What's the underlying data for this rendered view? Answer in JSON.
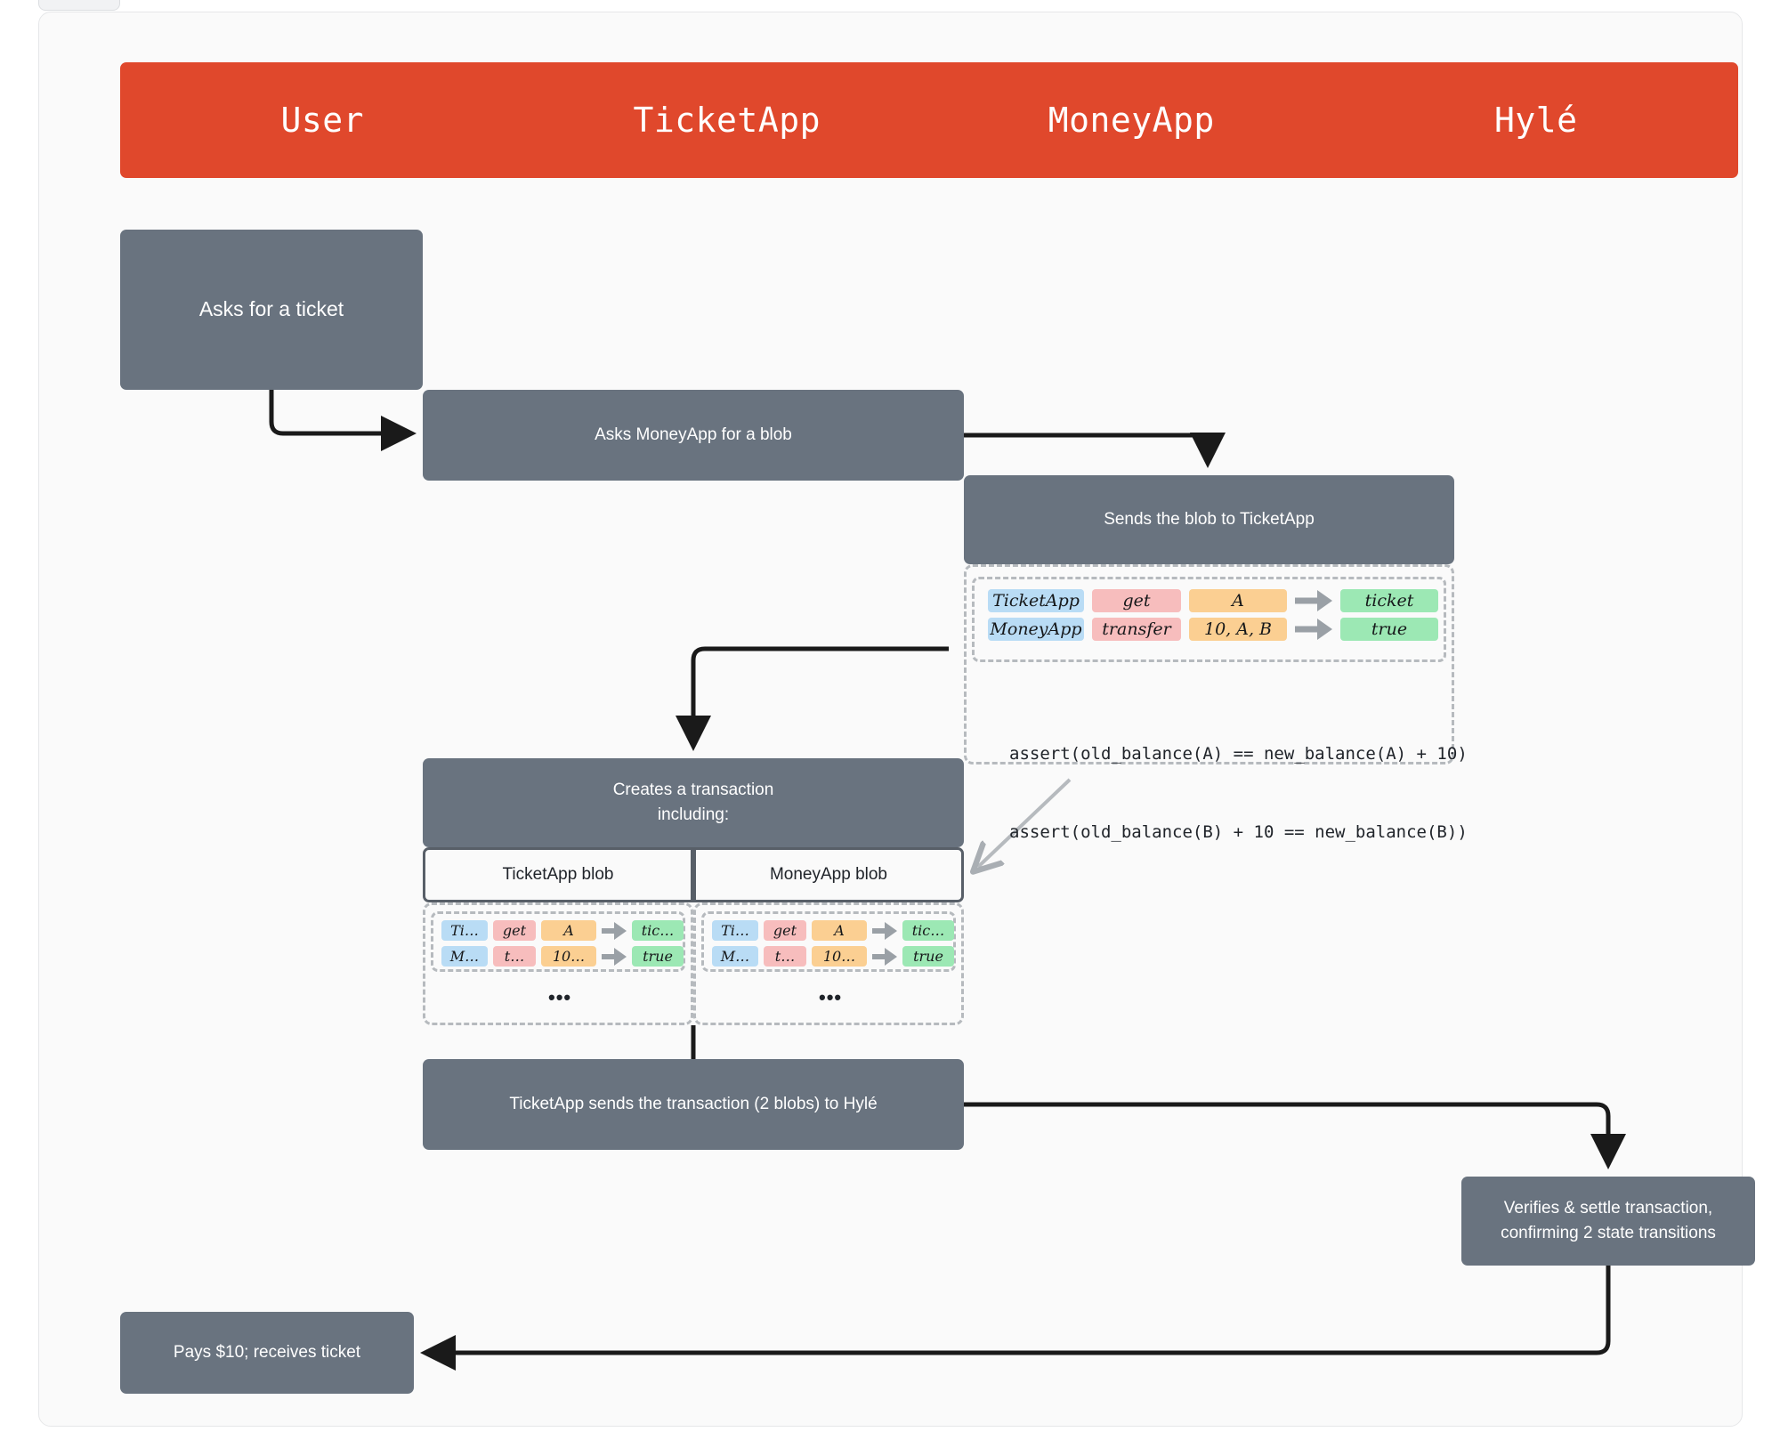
{
  "header": {
    "lanes": [
      {
        "label": "User"
      },
      {
        "label": "TicketApp"
      },
      {
        "label": "MoneyApp"
      },
      {
        "label": "Hylé"
      }
    ],
    "background_color": "#e0482c",
    "text_color": "#ffffff"
  },
  "steps": {
    "user_ask": "Asks for a ticket",
    "asks_blob": "Asks MoneyApp for a blob",
    "sends_blob": "Sends the blob to TicketApp",
    "creates_tx_line1": "Creates a transaction",
    "creates_tx_line2": "including:",
    "send_to_hyle": "TicketApp sends the transaction (2 blobs) to Hylé",
    "verify_line1": "Verifies & settle transaction,",
    "verify_line2": "confirming 2 state transitions",
    "pays": "Pays $10; receives ticket"
  },
  "blob_labels": {
    "ticketapp_blob": "TicketApp blob",
    "moneyapp_blob": "MoneyApp blob"
  },
  "blob_table_full": {
    "rows": [
      {
        "app": "TicketApp",
        "fn": "get",
        "args": "A",
        "result": "ticket"
      },
      {
        "app": "MoneyApp",
        "fn": "transfer",
        "args": "10, A, B",
        "result": "true"
      }
    ]
  },
  "blob_table_mini": {
    "rows": [
      {
        "app": "Ti…",
        "fn": "get",
        "args": "A",
        "result": "tic…"
      },
      {
        "app": "M…",
        "fn": "t…",
        "args": "10…",
        "result": "true"
      }
    ],
    "ellipsis": "•••"
  },
  "assertions": {
    "line1": "assert(old_balance(A) == new_balance(A) + 10)",
    "line2": "assert(old_balance(B) + 10 == new_balance(B))"
  },
  "colors": {
    "box_fill": "#69737f",
    "app_chip": "#b9dcf5",
    "fn_chip": "#f7bdbd",
    "args_chip": "#fbcf92",
    "result_chip": "#9ce8b4",
    "dashed_border": "#b6babe",
    "arrow_grey": "#9aa0a6",
    "arrow_black": "#1a1a1a",
    "canvas": "#fafafa"
  }
}
